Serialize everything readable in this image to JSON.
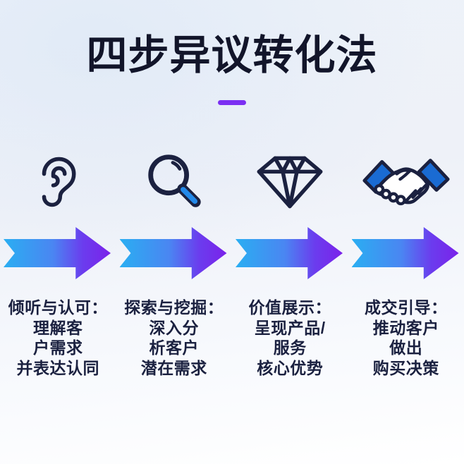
{
  "title": {
    "text": "四步异议转化法"
  },
  "colors": {
    "title": "#12152a",
    "ink": "#1b2140",
    "accent": "#7b2ff2",
    "blue": "#1a6bd2",
    "handle": "#2389e9",
    "arrowA": "#2aaef2",
    "arrowB": "#4a86f2",
    "arrowC": "#7b22ea"
  },
  "steps": [
    {
      "icon": "ear-icon",
      "lines": [
        "倾听与认可：",
        "理解客",
        "户需求",
        "并表达认同"
      ]
    },
    {
      "icon": "magnifier-icon",
      "lines": [
        "探索与挖掘：",
        "深入分",
        "析客户",
        "潜在需求"
      ]
    },
    {
      "icon": "diamond-icon",
      "lines": [
        "价值展示：",
        "呈现产品/",
        "服务",
        "核心优势"
      ]
    },
    {
      "icon": "handshake-icon",
      "lines": [
        "成交引导：",
        "推动客户",
        "做出",
        "购买决策"
      ]
    }
  ]
}
